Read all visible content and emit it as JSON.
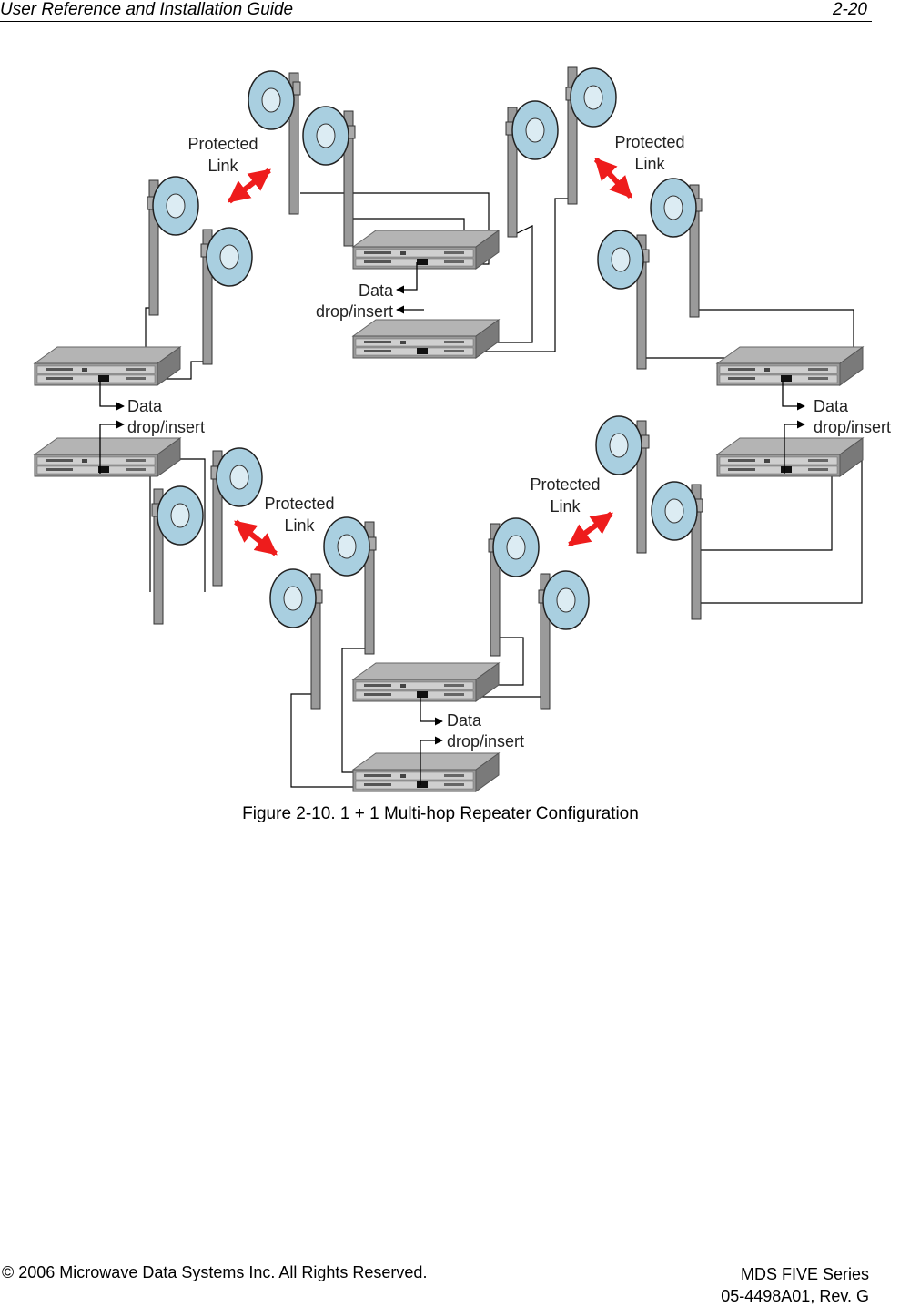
{
  "header": {
    "title": "User Reference and Installation Guide",
    "page": "2-20"
  },
  "figure": {
    "caption": "Figure 2-10.  1 + 1 Multi-hop Repeater Configuration",
    "protected_label_line1": "Protected",
    "protected_label_line2": "Link",
    "data_label_line1": "Data",
    "data_label_line2": "drop/insert",
    "colors": {
      "arrow": "#ee1c1c",
      "dish": "#a9cfe0",
      "rack": "#8a8a8a"
    }
  },
  "footer": {
    "copyright": "© 2006 Microwave Data Systems Inc.  All Rights Reserved.",
    "series": "MDS FIVE Series",
    "doc": "05-4498A01, Rev. G"
  }
}
